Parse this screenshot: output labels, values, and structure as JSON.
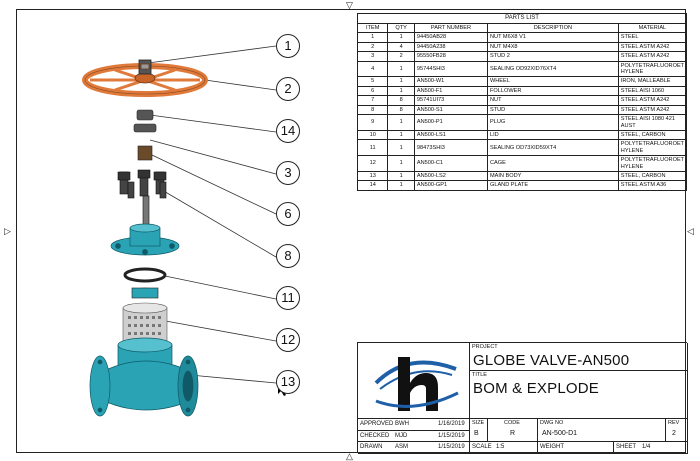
{
  "parts_list": {
    "title": "PARTS LIST",
    "headers": [
      "ITEM",
      "QTY",
      "PART NUMBER",
      "DESCRIPTION",
      "MATERIAL"
    ],
    "rows": [
      [
        "1",
        "1",
        "94450AB28",
        "NUT M6X8 V1",
        "STEEL"
      ],
      [
        "2",
        "4",
        "94450A238",
        "NUT M4X8",
        "STEEL ASTM A242"
      ],
      [
        "3",
        "2",
        "95550FB28",
        "STUD 2",
        "STEEL ASTM A242"
      ],
      [
        "4",
        "1",
        "95744SHI3",
        "SEALING OD92XID76XT4",
        "POLYTETRAFLUOROET HYLENE"
      ],
      [
        "5",
        "1",
        "AN500-W1",
        "WHEEL",
        "IRON, MALLEABLE"
      ],
      [
        "6",
        "1",
        "AN500-F1",
        "FOLLOWER",
        "STEEL AISI 1060"
      ],
      [
        "7",
        "8",
        "95741UI73",
        "NUT",
        "STEEL ASTM A242"
      ],
      [
        "8",
        "8",
        "AN500-S1",
        "STUD",
        "STEEL ASTM A242"
      ],
      [
        "9",
        "1",
        "AN500-P1",
        "PLUG",
        "STEEL AISI 1080 421 AUST"
      ],
      [
        "10",
        "1",
        "AN500-LS1",
        "LID",
        "STEEL, CARBON"
      ],
      [
        "11",
        "1",
        "98473SHI3",
        "SEALING OD73XID59XT4",
        "POLYTETRAFLUOROET HYLENE"
      ],
      [
        "12",
        "1",
        "AN500-C1",
        "CAGE",
        "POLYTETRAFLUOROET HYLENE"
      ],
      [
        "13",
        "1",
        "AN500-LS2",
        "MAIN BODY",
        "STEEL, CARBON"
      ],
      [
        "14",
        "1",
        "AN500-GP1",
        "GLAND PLATE",
        "STEEL ASTM A36"
      ]
    ]
  },
  "callouts": [
    "1",
    "2",
    "14",
    "3",
    "6",
    "8",
    "11",
    "12",
    "13"
  ],
  "title_block": {
    "project_label": "PROJECT",
    "project": "GLOBE VALVE-AN500",
    "title_label": "TITLE",
    "title": "BOM & EXPLODE",
    "approved_label": "APPROVED",
    "approved_by": "BWH",
    "approved_date": "1/16/2019",
    "checked_label": "CHECKED",
    "checked_by": "MJD",
    "checked_date": "1/15/2019",
    "drawn_label": "DRAWN",
    "drawn_by": "ASM",
    "drawn_date": "1/15/2019",
    "size_label": "SIZE",
    "size": "B",
    "code_label": "CODE",
    "code": "R",
    "dwg_label": "DWG NO",
    "dwg_no": "AN-500-D1",
    "rev_label": "REV",
    "rev": "2",
    "scale_label": "SCALE",
    "scale": "1:5",
    "weight_label": "WEIGHT",
    "sheet_label": "SHEET",
    "sheet": "1/4"
  },
  "colors": {
    "wheel": "#e07a3a",
    "body": "#2aa3b5",
    "logo_blue": "#1f5fa8",
    "logo_black": "#111111"
  }
}
